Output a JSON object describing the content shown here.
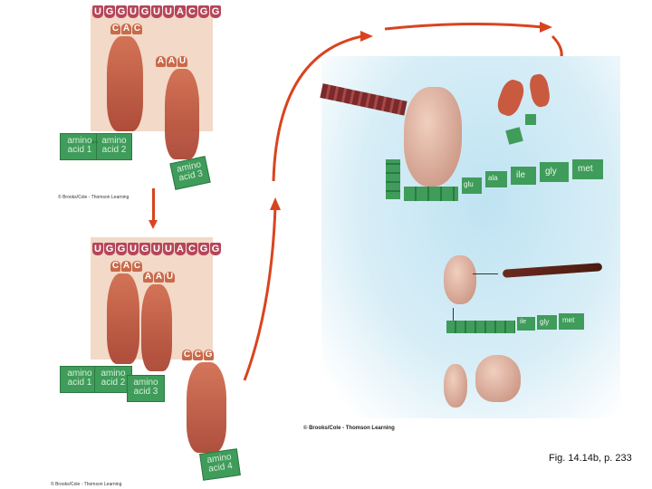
{
  "top_panel": {
    "mrna_bases": [
      "U",
      "G",
      "G",
      "U",
      "G",
      "U",
      "U",
      "A",
      "C",
      "G",
      "G"
    ],
    "anticodon_1": [
      "C",
      "A",
      "C"
    ],
    "anticodon_2": [
      "A",
      "A",
      "U"
    ],
    "amino_acid_box_1": "amino acid 1",
    "amino_acid_box_2": "amino acid 2",
    "amino_acid_box_3": "amino acid 3",
    "bond_symbol": "⇔",
    "copyright": "© Brooks/Cole - Thomson Learning"
  },
  "bottom_panel": {
    "mrna_bases": [
      "U",
      "G",
      "G",
      "U",
      "G",
      "U",
      "U",
      "A",
      "C",
      "G",
      "G"
    ],
    "anticodon_1": [
      "C",
      "A",
      "C"
    ],
    "anticodon_2": [
      "A",
      "A",
      "U"
    ],
    "anticodon_3": [
      "C",
      "C",
      "G"
    ],
    "amino_acid_box_1": "amino acid 1",
    "amino_acid_box_2": "amino acid 2",
    "amino_acid_box_3": "amino acid 3",
    "amino_acid_box_4": "amino acid 4",
    "copyright": "© Brooks/Cole - Thomson Learning"
  },
  "right_panel": {
    "chain_labels": [
      "met",
      "gly",
      "ile",
      "ala",
      "glu"
    ],
    "small_chain_labels": [
      "met",
      "gly",
      "ile"
    ],
    "copyright": "© Brooks/Cole - Thomson Learning"
  },
  "caption": "Fig. 14.14b, p. 233",
  "colors": {
    "arrow": "#d9441f",
    "mrna": "#b5465a",
    "amino_acid": "#3f9c5a",
    "ribosome": "#e0b6a4",
    "panel_bg": "#f2d9c8",
    "right_bg": "#bfe3f2"
  }
}
